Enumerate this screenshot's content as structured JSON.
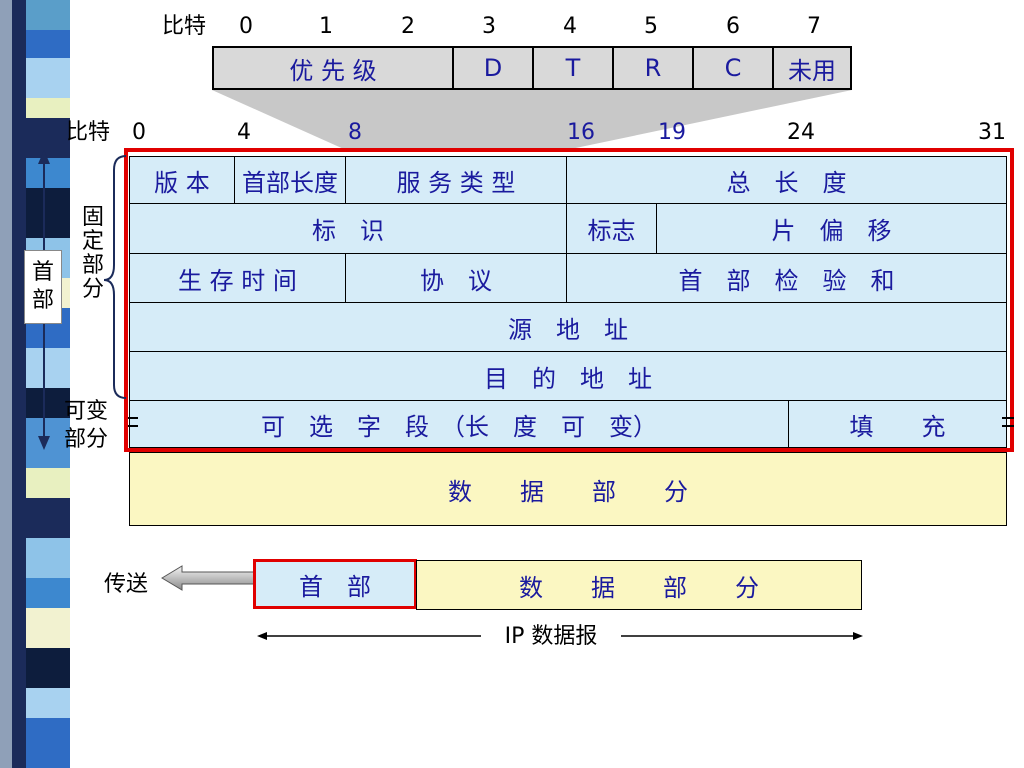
{
  "bits_label": "比特",
  "tos_bits": [
    "0",
    "1",
    "2",
    "3",
    "4",
    "5",
    "6",
    "7"
  ],
  "tos_fields": [
    "优 先 级",
    "D",
    "T",
    "R",
    "C",
    "未用"
  ],
  "word_bits": [
    "0",
    "4",
    "8",
    "16",
    "19",
    "24",
    "31"
  ],
  "fields": {
    "version": "版 本",
    "ihl": "首部长度",
    "tos": "服 务 类 型",
    "total_length": "总　长　度",
    "identification": "标　识",
    "flags": "标志",
    "fragment_offset": "片　偏　移",
    "ttl": "生 存 时 间",
    "protocol": "协　议",
    "checksum": "首　部　检　验　和",
    "source": "源　地　址",
    "destination": "目　的　地　址",
    "options": "可　选　字　段　（长　度　可　变）",
    "padding": "填　　充",
    "data": "数　　据　　部　　分"
  },
  "labels": {
    "fixed_part": [
      "固",
      "定",
      "部",
      "分"
    ],
    "header": [
      "首",
      "部"
    ],
    "variable_part": [
      "可变",
      "部分"
    ],
    "transmit": "传送"
  },
  "datagram": {
    "header": "首　部",
    "data": "数　　据　　部　　分",
    "name": "IP 数据报"
  },
  "colors": {
    "header_fill": "#d6ecf8",
    "data_fill": "#fbf7c2",
    "highlight": "#e00000",
    "text_blue": "#1a1a9e"
  }
}
